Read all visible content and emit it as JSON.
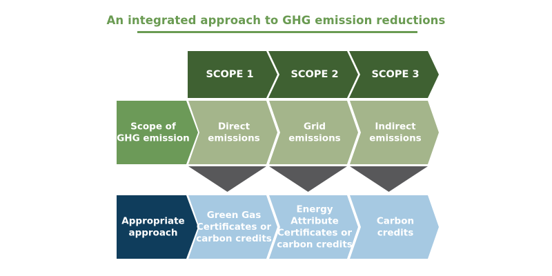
{
  "title": "An integrated approach to GHG emission reductions",
  "colors": {
    "title": "#6a9b52",
    "title_rule": "#6a9b52",
    "scope_header": "#3f6132",
    "row1_label": "#6c9a58",
    "row1_cells": "#a4b58b",
    "arrow_down": "#58585a",
    "row2_label": "#0f3d5c",
    "row2_cells": "#a6c9e2",
    "divider": "#ffffff"
  },
  "scopes": [
    {
      "label": "SCOPE 1"
    },
    {
      "label": "SCOPE 2"
    },
    {
      "label": "SCOPE 3"
    }
  ],
  "rows": [
    {
      "id": "scope-of-ghg-emission",
      "label": [
        "Scope of",
        "GHG emission"
      ],
      "cells": [
        [
          "Direct",
          "emissions"
        ],
        [
          "Grid",
          "emissions"
        ],
        [
          "Indirect",
          "emissions"
        ]
      ]
    },
    {
      "id": "appropriate-approach",
      "label": [
        "Appropriate",
        "approach"
      ],
      "cells": [
        [
          "Green Gas",
          "Certificates or",
          "carbon credits"
        ],
        [
          "Energy",
          "Attribute",
          "Certificates or",
          "carbon credits"
        ],
        [
          "Carbon",
          "credits"
        ]
      ]
    }
  ]
}
